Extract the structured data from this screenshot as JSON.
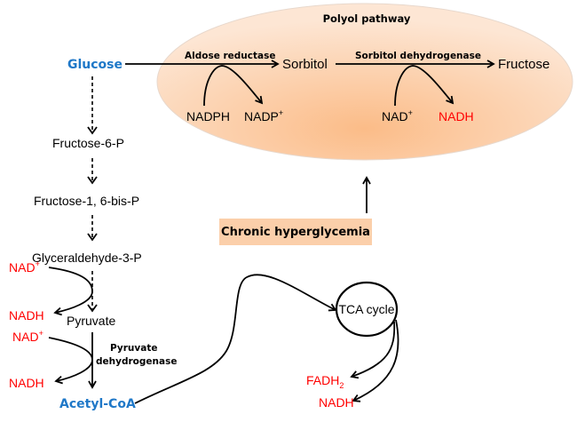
{
  "polyol": {
    "title": "Polyol pathway",
    "enzyme1": "Aldose reductase",
    "enzyme2": "Sorbitol dehydrogenase",
    "sorbitol": "Sorbitol",
    "fructose": "Fructose",
    "nadph": "NADPH",
    "nadp": "NADP",
    "nad": "NAD",
    "nadh": "NADH",
    "plus": "+",
    "fill_color_center": "#fbbf8e",
    "fill_color_edge": "#fde3cf"
  },
  "glycolysis": {
    "glucose": "Glucose",
    "f6p": "Fructose-6-P",
    "f16bp": "Fructose-1, 6-bis-P",
    "g3p": "Glyceraldehyde-3-P",
    "pyruvate": "Pyruvate",
    "pdh_line1": "Pyruvate",
    "pdh_line2": "dehydrogenase",
    "acetyl_coa": "Acetyl-CoA",
    "nad_1": "NAD",
    "nadh_1": "NADH",
    "nad_2": "NAD",
    "nadh_2": "NADH",
    "plus": "+"
  },
  "tca": {
    "label": "TCA cycle",
    "fadh": "FADH",
    "fadh_sub": "2",
    "nadh": "NADH"
  },
  "trigger": {
    "label": "Chronic hyperglycemia",
    "box_color": "#fbcfaa"
  },
  "colors": {
    "metabolite_blue": "#1f78c8",
    "cofactor_red": "#ff0000"
  }
}
